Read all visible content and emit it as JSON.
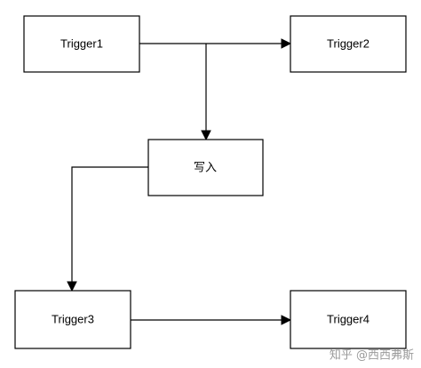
{
  "nodes": {
    "trigger1": {
      "label": "Trigger1"
    },
    "trigger2": {
      "label": "Trigger2"
    },
    "write": {
      "label": "写入"
    },
    "trigger3": {
      "label": "Trigger3"
    },
    "trigger4": {
      "label": "Trigger4"
    }
  },
  "edges": [
    {
      "from": "trigger1",
      "to": "trigger2"
    },
    {
      "from": "trigger1",
      "to": "write"
    },
    {
      "from": "write",
      "to": "trigger3"
    },
    {
      "from": "trigger3",
      "to": "trigger4"
    }
  ],
  "watermark": {
    "text": "知乎 @西西弗斯"
  },
  "colors": {
    "line": "#000000",
    "box_fill": "#ffffff",
    "watermark": "#9a9a9a"
  }
}
